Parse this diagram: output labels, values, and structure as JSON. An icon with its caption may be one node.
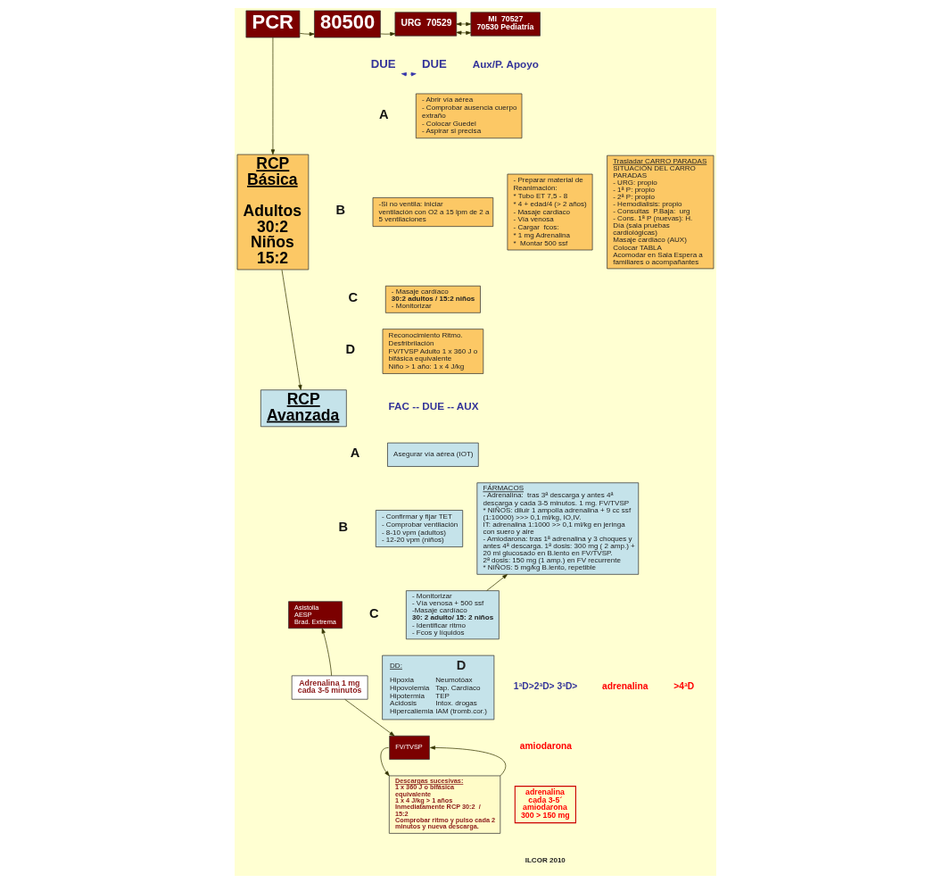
{
  "diagram": {
    "nodes": [
      {
        "text": [
          "PCR"
        ]
      },
      {
        "text": [
          "80500"
        ]
      },
      {
        "text": [
          "URG  70529"
        ]
      },
      {
        "text": [
          "MI  70527",
          "70530 Pediatría"
        ]
      },
      {
        "text": [
          "DUE"
        ]
      },
      {
        "text": [
          "DUE"
        ]
      },
      {
        "text": [
          "RCP Básica",
          "Adultos 30:2 Niños 15:2"
        ]
      },
      {
        "text": [
          "- Abrir vía aérea",
          "- Comprobar ausencia cuerpo extraño",
          "- Colocar Guedel",
          "- Aspirar si precisa"
        ]
      },
      {
        "text": [
          "-Si no ventila: iniciar ventilación con O2 a 15 lpm de 2 a 5 ventilaciones"
        ]
      },
      {
        "text": [
          "- Masaje cardíaco",
          "30:2 adultos / 15:2 niños",
          "- Monitorizar"
        ]
      },
      {
        "text": [
          "Reconocimiento Ritmo. Desfribrilación",
          "FV/TVSP Adulto 1 x 360 J o bifásica equivalente",
          "Niño > 1 año: 1 x 4 J/kg"
        ]
      },
      {
        "text": [
          "- Preparar material de Reanimación:",
          "* Tubo ET 7,5 - 8",
          "* 4 + edad/4 (> 2 años)",
          "- Masaje cardiaco",
          "- Vía venosa",
          "- Cargar  fcos:",
          "* 1 mg Adrenalina",
          "*  Montar 500 ssf"
        ]
      },
      {
        "text": [
          "Trasladar CARRO PARADAS",
          "SITUACIÓN DEL CARRO PARADAS",
          "- URG: propio",
          "- 1ª P: propio",
          "- 2ª P: propio",
          "- Hemodialisis: propio",
          "- Consultas  P.Baja:  urg",
          "- Cons. 1ª P (nuevas): H. Día (sala pruebas cardiológicas)",
          "Masaje cardiaco (AUX)",
          "Colocar TABLA",
          "Acomodar en Sala Espera a familiares o acompañantes"
        ]
      },
      {
        "text": [
          "RCP Avanzada"
        ]
      },
      {
        "text": [
          "Asegurar vía aérea (IOT)"
        ]
      },
      {
        "text": [
          "- Confirmar y fijar TET",
          "- Comprobar ventilación",
          "- 8-10 vpm (adultos)",
          "- 12-20 vpm (niños)"
        ]
      },
      {
        "text": [
          "- Monitorizar",
          "- Vía venosa + 500 ssf",
          "-Masaje cardíaco",
          "30: 2 adulto/ 15: 2 niños",
          "- Identificar ritmo",
          "- Fcos y líquidos"
        ]
      },
      {
        "text": [
          "DD:",
          "D",
          "Hipoxia",
          "Hipovolemia",
          "Hipotermia",
          "Acidosis",
          "Hipercaliemia",
          "Neumotóax",
          "Tap. Cardíaco",
          "TEP",
          "Intox. drogas",
          "IAM (tromb.cor.)"
        ]
      },
      {
        "text": [
          "FÁRMACOS",
          "- Adrenalina:  tras 3ª descarga y antes 4ª descarga y cada 3-5 minutos. 1 mg. FV/TVSP",
          "* NIÑOS: diluir 1 ampolla adrenalina + 9 cc ssf (1:10000) >>> 0,1 ml/kg, IO,IV.",
          "IT: adrenalina 1:1000 >> 0,1 ml/kg en jeringa con suero y aire",
          "- Amiodarona: tras 1ª adrenalina y 3 choques y antes 4ª descarga. 1ª dosis: 300 mg ( 2 amp.) + 20 ml glucosado en B.lento en FV/TVSP.",
          "2ª dosis: 150 mg (1 amp.) en FV recurrente",
          "* NIÑOS: 5 mg/kg B.lento, repetible"
        ]
      },
      {
        "text": [
          "Asistolia",
          "AESP",
          "Brad. Extrema"
        ]
      },
      {
        "text": [
          "Adrenalina 1 mg cada 3-5 minutos"
        ]
      },
      {
        "text": [
          "FV/TVSP"
        ]
      },
      {
        "text": [
          "Descargas sucesivas:",
          "1 x 360 J o bifásica equivalente",
          "1 x 4 J/kg > 1 años",
          "Inmediatamente RCP 30:2  / 15:2",
          "Comprobar ritmo y pulso cada 2 minutos y nueva descarga."
        ]
      },
      {
        "text": [
          "adrenalina cada 3-5´",
          "amiodarona 300 > 150 mg"
        ]
      }
    ],
    "edges": [
      {
        "from": 0,
        "to": 1,
        "arrow": "to"
      },
      {
        "from": 1,
        "to": 2,
        "arrow": "to"
      },
      {
        "from": 2,
        "to": 3,
        "arrow": "both"
      },
      {
        "from": 2,
        "to": 3,
        "arrow": "both"
      },
      {
        "from": 4,
        "to": 5,
        "arrow": "both",
        "style": "dashed",
        "color": "#3333aa"
      },
      {
        "from": 0,
        "to": 6,
        "arrow": "to"
      },
      {
        "from": 6,
        "to": 13,
        "arrow": "to"
      },
      {
        "from": 16,
        "to": 18,
        "arrow": "to"
      },
      {
        "from": 20,
        "to": 19,
        "arrow": "to"
      },
      {
        "from": 20,
        "to": 21,
        "arrow": "to"
      },
      {
        "from": 21,
        "to": 22,
        "arrow": "to"
      },
      {
        "from": 22,
        "to": 21,
        "arrow": "to"
      }
    ],
    "labels": [
      "Aux/P. Apoyo",
      "A",
      "B",
      "C",
      "D",
      "FAC -- DUE -- AUX",
      "A",
      "B",
      "C",
      "1ªD>2ªD> 3ªD>",
      "adrenalina",
      ">4ªD",
      "amiodarona",
      "ILCOR 2010"
    ]
  }
}
